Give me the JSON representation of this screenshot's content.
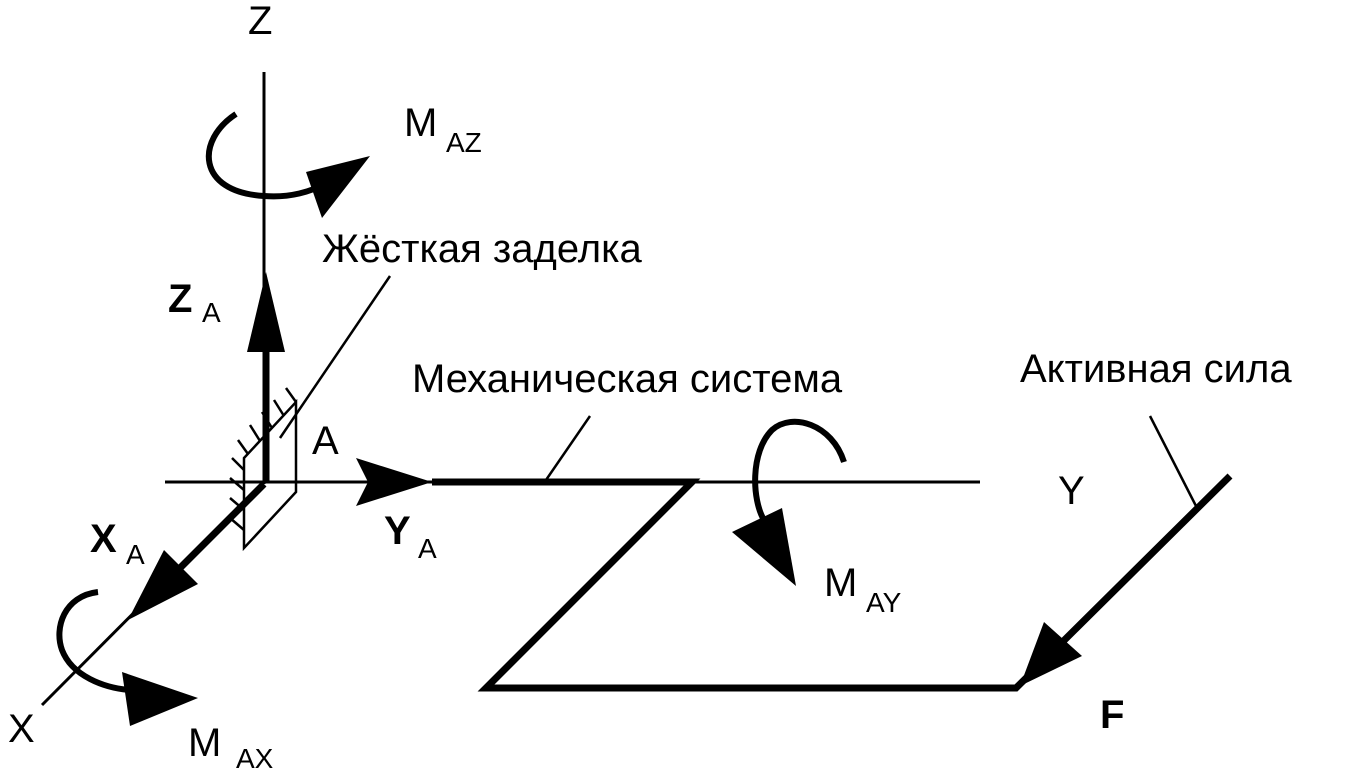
{
  "axes": {
    "z": "Z",
    "y": "Y",
    "x": "X"
  },
  "point": "A",
  "reactions": {
    "za_main": "Z",
    "za_sub": "A",
    "ya_main": "Y",
    "ya_sub": "A",
    "xa_main": "X",
    "xa_sub": "A"
  },
  "moments": {
    "maz_main": "M",
    "maz_sub": "AZ",
    "may_main": "M",
    "may_sub": "AY",
    "max_main": "M",
    "max_sub": "AX"
  },
  "labels": {
    "fixed_support": "Жёсткая заделка",
    "mechanical_system": "Механическая система",
    "active_force": "Активная сила"
  },
  "force": "F",
  "colors": {
    "ink": "#000000",
    "background": "#ffffff"
  }
}
